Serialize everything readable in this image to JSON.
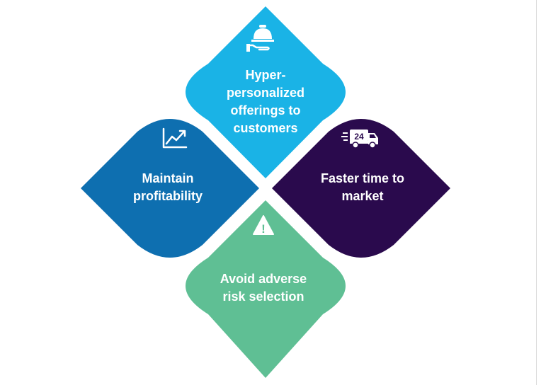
{
  "colors": {
    "top": "#1ab3e6",
    "left": "#0e6fb0",
    "right": "#2a0a4d",
    "bottom": "#5fbf94",
    "text": "#ffffff",
    "background": "#ffffff"
  },
  "shapes": [
    {
      "id": "top",
      "lines": [
        "Hyper-",
        "personalized",
        "offerings to",
        "customers"
      ],
      "icon": "food-service-icon"
    },
    {
      "id": "left",
      "lines": [
        "Maintain",
        "profitability"
      ],
      "icon": "line-chart-icon"
    },
    {
      "id": "right",
      "lines": [
        "Faster time to",
        "market"
      ],
      "icon": "delivery-truck-24-icon",
      "icon_text": "24"
    },
    {
      "id": "bottom",
      "lines": [
        "Avoid adverse",
        "risk selection"
      ],
      "icon": "warning-icon",
      "icon_text": "!"
    }
  ]
}
